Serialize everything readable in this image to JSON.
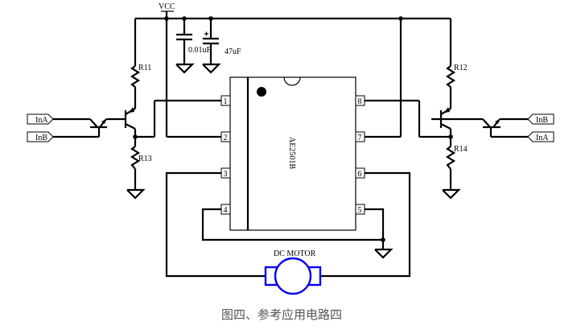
{
  "power": {
    "label": "VCC"
  },
  "capacitors": [
    {
      "id": "c1",
      "label": "0.01uF",
      "polarized": false
    },
    {
      "id": "c2",
      "label": "47uF",
      "polarized": true
    }
  ],
  "resistors": [
    {
      "id": "r11",
      "label": "R11"
    },
    {
      "id": "r12",
      "label": "R12"
    },
    {
      "id": "r13",
      "label": "R13"
    },
    {
      "id": "r14",
      "label": "R14"
    }
  ],
  "inputs": {
    "left": [
      "InA",
      "InB"
    ],
    "right": [
      "InB",
      "InA"
    ]
  },
  "ic": {
    "name": "AE2501B",
    "pins_left": [
      "1",
      "2",
      "3",
      "4"
    ],
    "pins_right": [
      "8",
      "7",
      "6",
      "5"
    ]
  },
  "motor": {
    "label": "DC MOTOR",
    "color": "#0000ee"
  },
  "caption": "图四、参考应用电路四"
}
